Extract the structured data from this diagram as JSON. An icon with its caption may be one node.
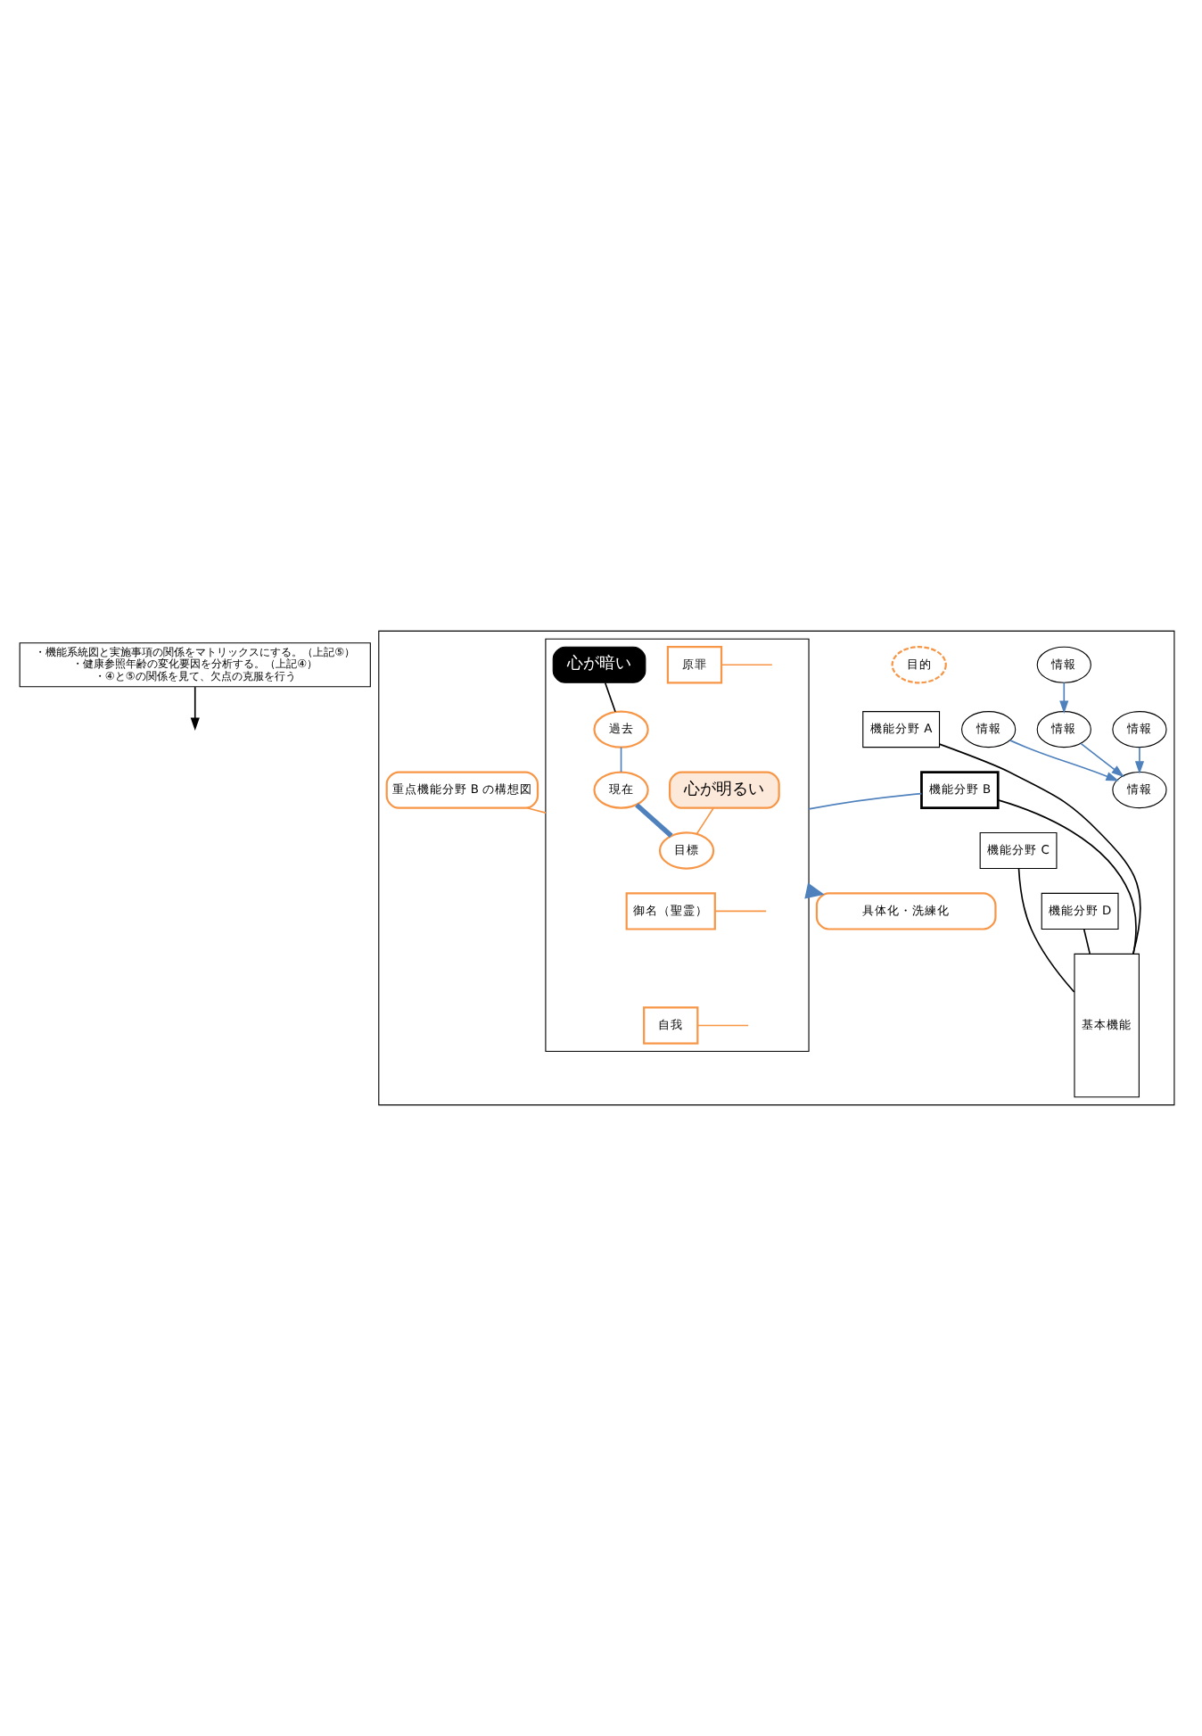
{
  "diagram": {
    "nodes": [
      {
        "text": [
          "・機能系統図と実施事項の関係をマトリックスにする。（上記⑤）",
          "・健康参照年齢の変化要因を分析する。（上記④）",
          "・④と⑤の関係を見て、欠点の克服を行う"
        ]
      },
      {
        "text": [],
        "shape": "box"
      },
      {
        "text": [
          "情報"
        ],
        "in": 1
      },
      {
        "text": [
          "情報"
        ],
        "in": 1
      },
      {
        "text": [
          "情報"
        ],
        "in": 1
      },
      {
        "text": [
          "情報"
        ],
        "in": 1
      },
      {
        "text": [
          "情報"
        ],
        "in": 1
      },
      {
        "text": [
          "目的"
        ],
        "in": 1
      },
      {
        "text": [
          "基本機能"
        ],
        "in": 1
      },
      {
        "text": [
          "機能分野 A"
        ],
        "in": 1
      },
      {
        "text": [
          "機能分野 B"
        ],
        "in": 1
      },
      {
        "text": [
          "機能分野 C"
        ],
        "in": 1
      },
      {
        "text": [
          "機能分野 D"
        ],
        "in": 1
      },
      {
        "text": [
          "重点機能分野 B の構想図"
        ],
        "in": 1
      },
      {
        "text": [],
        "shape": "box",
        "in": 1
      },
      {
        "text": [
          "目標"
        ],
        "in": 14
      },
      {
        "text": [
          "心が明るい"
        ],
        "in": 14
      },
      {
        "text": [
          "原罪"
        ],
        "in": 14
      },
      {
        "text": [
          "現在"
        ],
        "in": 14
      },
      {
        "text": [
          "御名（聖霊）"
        ],
        "in": 14
      },
      {
        "text": [
          "過去"
        ],
        "in": 14
      },
      {
        "text": [
          "心が暗い"
        ],
        "in": 14
      },
      {
        "text": [
          "自我"
        ],
        "in": 14
      },
      {
        "text": [
          "具体化・洗練化"
        ],
        "in": 1
      }
    ],
    "edges": [
      {
        "from": 0,
        "to": null,
        "arrow": "to",
        "color": "#000000"
      },
      {
        "from": 2,
        "to": 3,
        "arrow": "to"
      },
      {
        "from": 4,
        "to": 3,
        "arrow": "to"
      },
      {
        "from": 5,
        "to": 4,
        "arrow": "to"
      },
      {
        "from": 6,
        "to": 3,
        "arrow": "to"
      },
      {
        "from": 9,
        "to": 8,
        "arrow": "none",
        "color": "#000000"
      },
      {
        "from": 10,
        "to": 8,
        "arrow": "none",
        "color": "#000000"
      },
      {
        "from": 11,
        "to": 8,
        "arrow": "none",
        "color": "#000000"
      },
      {
        "from": 12,
        "to": 8,
        "arrow": "none",
        "color": "#000000"
      },
      {
        "from": 10,
        "to": 14,
        "arrow": "none"
      },
      {
        "from": 13,
        "to": 14,
        "arrow": "none",
        "color": "#f79646"
      },
      {
        "from": 18,
        "to": 15,
        "arrow": "none",
        "style": "thick"
      },
      {
        "from": 20,
        "to": 18,
        "arrow": "none"
      },
      {
        "from": 16,
        "to": 15,
        "arrow": "none",
        "color": "#f79646"
      },
      {
        "from": 21,
        "to": 20,
        "arrow": "none",
        "color": "#000000"
      },
      {
        "from": 17,
        "to": null,
        "arrow": "none",
        "color": "#f79646"
      },
      {
        "from": 19,
        "to": null,
        "arrow": "none",
        "color": "#f79646"
      },
      {
        "from": 22,
        "to": null,
        "arrow": "none",
        "color": "#f79646"
      },
      {
        "from": 14,
        "to": 23,
        "arrow": "to",
        "style": "thick"
      }
    ]
  }
}
